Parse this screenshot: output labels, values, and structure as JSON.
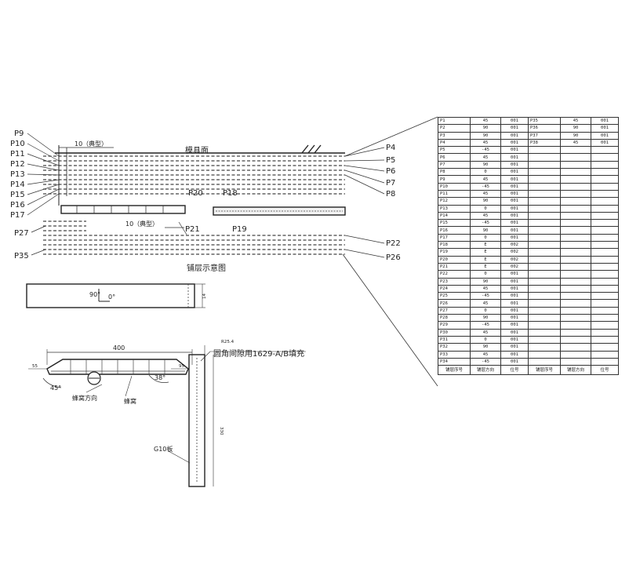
{
  "top_view": {
    "mold_surface": "模具面",
    "dim_typical": "10（典型）",
    "dim_typical_2": "10（典型）",
    "caption": "铺层示意图",
    "left_labels": [
      "P9",
      "P10",
      "P11",
      "P12",
      "P13",
      "P14",
      "P15",
      "P16",
      "P17"
    ],
    "right_labels": [
      "P4",
      "P5",
      "P6",
      "P7",
      "P8"
    ],
    "p20": "P20",
    "p18": "P18",
    "p21": "P21",
    "p19": "P19",
    "p27": "P27",
    "p35": "P35",
    "p22": "P22",
    "p26": "P26"
  },
  "orientation_view": {
    "angle_90": "90°",
    "angle_0": "0°",
    "thickness": "14"
  },
  "section_view": {
    "width": "400",
    "left_overhang": "55",
    "right_overhang": "95",
    "angle_45": "45°",
    "angle_38": "38°",
    "radius": "R25.4",
    "fillet_note": "圆角间隙用1629-A/B填充",
    "height": "330",
    "core_direction": "蜂窝方向",
    "core": "蜂窝",
    "laminate": "G10板"
  },
  "ply_table": {
    "header": [
      "铺层序号",
      "铺层方向",
      "位号",
      "铺层序号",
      "铺层方向",
      "位号"
    ],
    "rows": [
      [
        "P1",
        "45",
        "001",
        "P35",
        "45",
        "001"
      ],
      [
        "P2",
        "90",
        "001",
        "P36",
        "90",
        "001"
      ],
      [
        "P3",
        "90",
        "001",
        "P37",
        "90",
        "001"
      ],
      [
        "P4",
        "45",
        "001",
        "P38",
        "45",
        "001"
      ],
      [
        "P5",
        "-45",
        "001",
        "",
        "",
        ""
      ],
      [
        "P6",
        "45",
        "001",
        "",
        "",
        ""
      ],
      [
        "P7",
        "90",
        "001",
        "",
        "",
        ""
      ],
      [
        "P8",
        "0",
        "001",
        "",
        "",
        ""
      ],
      [
        "P9",
        "45",
        "001",
        "",
        "",
        ""
      ],
      [
        "P10",
        "-45",
        "001",
        "",
        "",
        ""
      ],
      [
        "P11",
        "45",
        "001",
        "",
        "",
        ""
      ],
      [
        "P12",
        "90",
        "001",
        "",
        "",
        ""
      ],
      [
        "P13",
        "0",
        "001",
        "",
        "",
        ""
      ],
      [
        "P14",
        "45",
        "001",
        "",
        "",
        ""
      ],
      [
        "P15",
        "-45",
        "001",
        "",
        "",
        ""
      ],
      [
        "P16",
        "90",
        "001",
        "",
        "",
        ""
      ],
      [
        "P17",
        "0",
        "001",
        "",
        "",
        ""
      ],
      [
        "P18",
        "E",
        "002",
        "",
        "",
        ""
      ],
      [
        "P19",
        "E",
        "002",
        "",
        "",
        ""
      ],
      [
        "P20",
        "E",
        "002",
        "",
        "",
        ""
      ],
      [
        "P21",
        "E",
        "002",
        "",
        "",
        ""
      ],
      [
        "P22",
        "0",
        "001",
        "",
        "",
        ""
      ],
      [
        "P23",
        "90",
        "001",
        "",
        "",
        ""
      ],
      [
        "P24",
        "45",
        "001",
        "",
        "",
        ""
      ],
      [
        "P25",
        "-45",
        "001",
        "",
        "",
        ""
      ],
      [
        "P26",
        "45",
        "001",
        "",
        "",
        ""
      ],
      [
        "P27",
        "0",
        "001",
        "",
        "",
        ""
      ],
      [
        "P28",
        "90",
        "001",
        "",
        "",
        ""
      ],
      [
        "P29",
        "-45",
        "001",
        "",
        "",
        ""
      ],
      [
        "P30",
        "45",
        "001",
        "",
        "",
        ""
      ],
      [
        "P31",
        "0",
        "001",
        "",
        "",
        ""
      ],
      [
        "P32",
        "90",
        "001",
        "",
        "",
        ""
      ],
      [
        "P33",
        "45",
        "001",
        "",
        "",
        ""
      ],
      [
        "P34",
        "-45",
        "001",
        "",
        "",
        ""
      ]
    ]
  }
}
